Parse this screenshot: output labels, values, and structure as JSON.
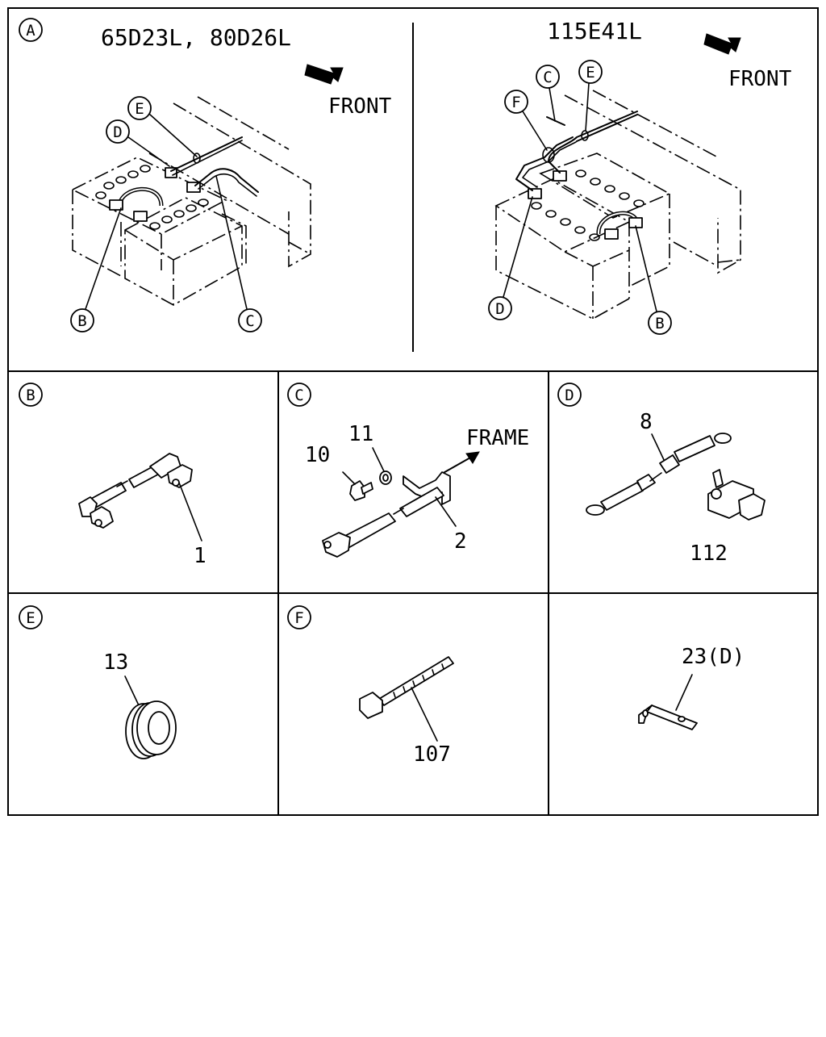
{
  "panel_a": {
    "id": "A",
    "left_title": "65D23L, 80D26L",
    "right_title": "115E41L",
    "front_label_left": "FRONT",
    "front_label_right": "FRONT",
    "callouts_left": [
      "E",
      "D",
      "B",
      "C"
    ],
    "callouts_right": [
      "C",
      "E",
      "F",
      "D",
      "B"
    ]
  },
  "panel_b": {
    "id": "B",
    "parts": [
      "1"
    ]
  },
  "panel_c": {
    "id": "C",
    "parts": [
      "10",
      "11",
      "2"
    ],
    "frame_label": "FRAME"
  },
  "panel_d": {
    "id": "D",
    "parts": [
      "8",
      "112"
    ]
  },
  "panel_e": {
    "id": "E",
    "parts": [
      "13"
    ]
  },
  "panel_f": {
    "id": "F",
    "parts": [
      "107"
    ]
  },
  "panel_g": {
    "parts": [
      "23(D)"
    ]
  }
}
